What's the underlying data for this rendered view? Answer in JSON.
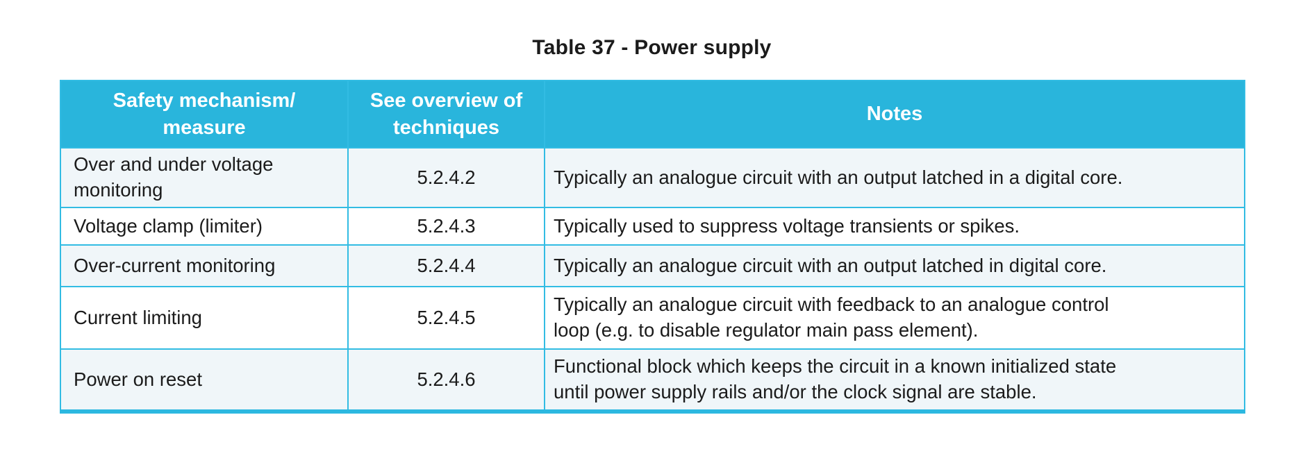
{
  "title": "Table 37 - Power supply",
  "colors": {
    "header_bg": "#29b5dc",
    "header_text": "#ffffff",
    "border": "#32bce3",
    "row_tint_bg": "#f0f6f9",
    "row_bg": "#ffffff",
    "body_text": "#1b1b1b"
  },
  "table": {
    "columns": [
      {
        "label": "Safety mechanism/\nmeasure"
      },
      {
        "label": "See overview of\ntechniques"
      },
      {
        "label": "Notes"
      }
    ],
    "rows": [
      {
        "mechanism": "Over and under voltage\nmonitoring",
        "overview": "5.2.4.2",
        "notes": "Typically an analogue circuit with an output latched in a digital core."
      },
      {
        "mechanism": "Voltage clamp (limiter)",
        "overview": "5.2.4.3",
        "notes": "Typically used to suppress voltage transients or spikes."
      },
      {
        "mechanism": "Over-current monitoring",
        "overview": "5.2.4.4",
        "notes": "Typically an analogue circuit with an output latched in digital core."
      },
      {
        "mechanism": "Current limiting",
        "overview": "5.2.4.5",
        "notes": "Typically an analogue circuit with feedback to an analogue control\nloop (e.g. to disable regulator main pass element)."
      },
      {
        "mechanism": "Power on reset",
        "overview": "5.2.4.6",
        "notes": "Functional block which keeps the circuit in a known initialized state\nuntil power supply rails and/or the clock signal are stable."
      }
    ]
  }
}
